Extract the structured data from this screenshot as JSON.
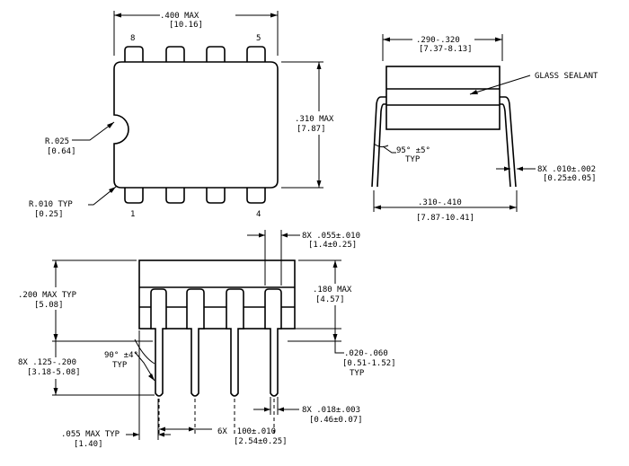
{
  "top_view": {
    "width_dim": ".400  MAX",
    "width_dim_mm": "[10.16]",
    "height_dim": ".310  MAX",
    "height_dim_mm": "[7.87]",
    "pin8": "8",
    "pin5": "5",
    "pin1": "1",
    "pin4": "4",
    "notch_radius": "R.025",
    "notch_radius_mm": "[0.64]",
    "corner_radius": "R.010  TYP",
    "corner_radius_mm": "[0.25]"
  },
  "end_view": {
    "width_dim": ".290-.320",
    "width_dim_mm": "[7.37-8.13]",
    "sealant_label": "GLASS SEALANT",
    "angle": "95° ±5°",
    "angle_typ": "TYP",
    "lead_thickness": "8X .010±.002",
    "lead_thickness_mm": "[0.25±0.05]",
    "span_dim": ".310-.410",
    "span_dim_mm": "[7.87-10.41]"
  },
  "side_view": {
    "shoulder_width": "8X .055±.010",
    "shoulder_width_mm": "[1.4±0.25]",
    "body_height": ".200 MAX TYP",
    "body_height_mm": "[5.08]",
    "seat_height": ".180 MAX",
    "seat_height_mm": "[4.57]",
    "lead_angle": "90° ±4°",
    "lead_angle_typ": "TYP",
    "lead_length": "8X .125-.200",
    "lead_length_mm": "[3.18-5.08]",
    "standoff": ".020-.060",
    "standoff_mm": "[0.51-1.52]",
    "standoff_typ": "TYP",
    "lead_width": "8X .018±.003",
    "lead_width_mm": "[0.46±0.07]",
    "end_lead": ".055 MAX TYP",
    "end_lead_mm": "[1.40]",
    "pitch": "6X .100±.010",
    "pitch_mm": "[2.54±0.25]"
  }
}
